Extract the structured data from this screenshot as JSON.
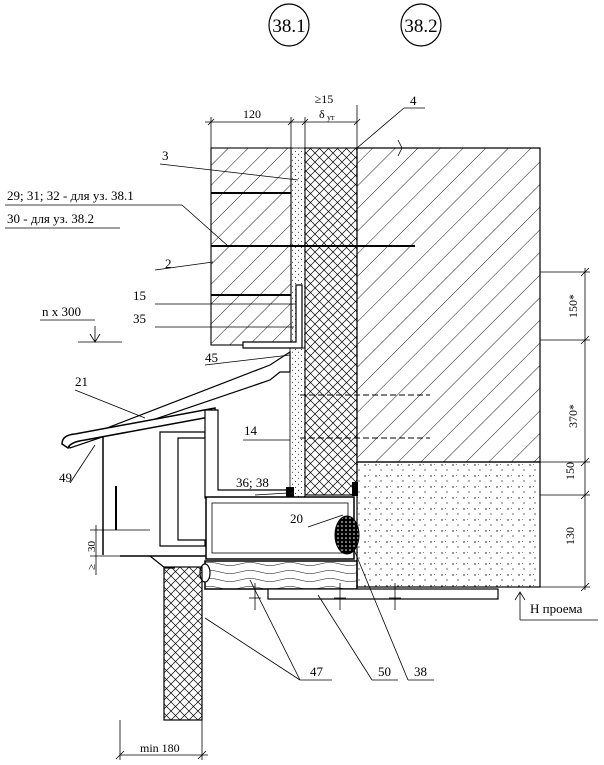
{
  "header": {
    "node_left": "38.1",
    "node_right": "38.2"
  },
  "dimensions": {
    "top_width": "120",
    "gap": "≥15",
    "delta": "δ",
    "delta_sub": "ут",
    "d150a": "150*",
    "d370": "370*",
    "d150b": "150",
    "d130": "130",
    "d30": "30",
    "ge": "≥",
    "min180": "min 180",
    "n300": "n x 300",
    "h_opening": "H проема"
  },
  "callouts": {
    "c4": "4",
    "c3": "3",
    "c29": "29; 31; 32 - для уз. 38.1",
    "c30": "30 - для уз. 38.2",
    "c2": "2",
    "c15": "15",
    "c35": "35",
    "c45": "45",
    "c21": "21",
    "c14": "14",
    "c36": "36; 38",
    "c49": "49",
    "c20": "20",
    "c47": "47",
    "c50": "50",
    "c38": "38"
  }
}
